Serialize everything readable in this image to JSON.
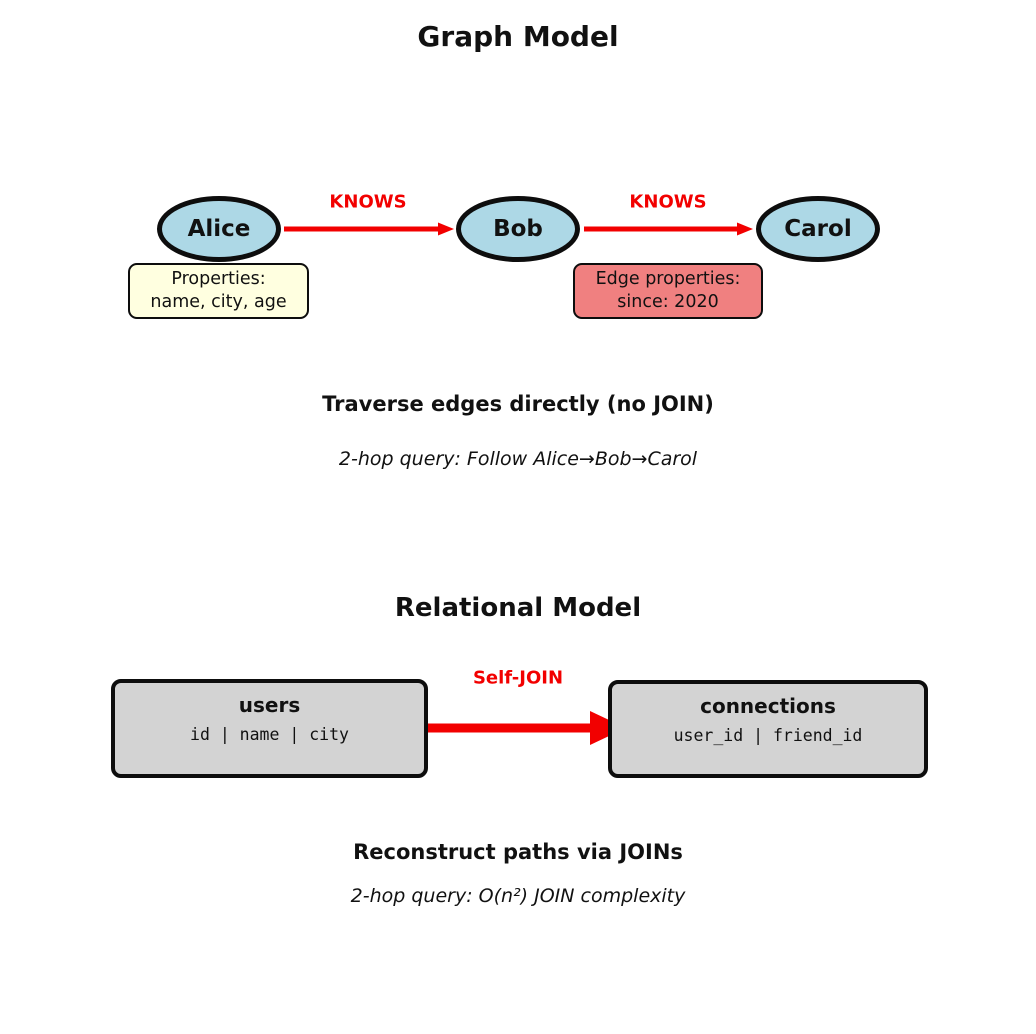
{
  "graph_section": {
    "title": "Graph Model",
    "nodes": [
      {
        "label": "Alice"
      },
      {
        "label": "Bob"
      },
      {
        "label": "Carol"
      }
    ],
    "edges": [
      {
        "label": "KNOWS",
        "from": "Alice",
        "to": "Bob"
      },
      {
        "label": "KNOWS",
        "from": "Bob",
        "to": "Carol"
      }
    ],
    "properties_box": {
      "line1": "Properties:",
      "line2": "name, city, age"
    },
    "edge_properties_box": {
      "line1": "Edge properties:",
      "line2": "since: 2020"
    },
    "caption": "Traverse edges directly (no JOIN)",
    "subcaption": "2-hop query: Follow Alice→Bob→Carol"
  },
  "relational_section": {
    "title": "Relational Model",
    "tables": [
      {
        "name": "users",
        "columns": "id | name | city"
      },
      {
        "name": "connections",
        "columns": "user_id | friend_id"
      }
    ],
    "join_label": "Self-JOIN",
    "caption": "Reconstruct paths via JOINs",
    "subcaption": "2-hop query: O(n²) JOIN complexity"
  },
  "colors": {
    "accent_red": "#f20000",
    "node_fill": "#add8e6",
    "properties_fill": "#ffffe0",
    "edge_properties_fill": "#f08080",
    "table_fill": "#d3d3d3"
  }
}
